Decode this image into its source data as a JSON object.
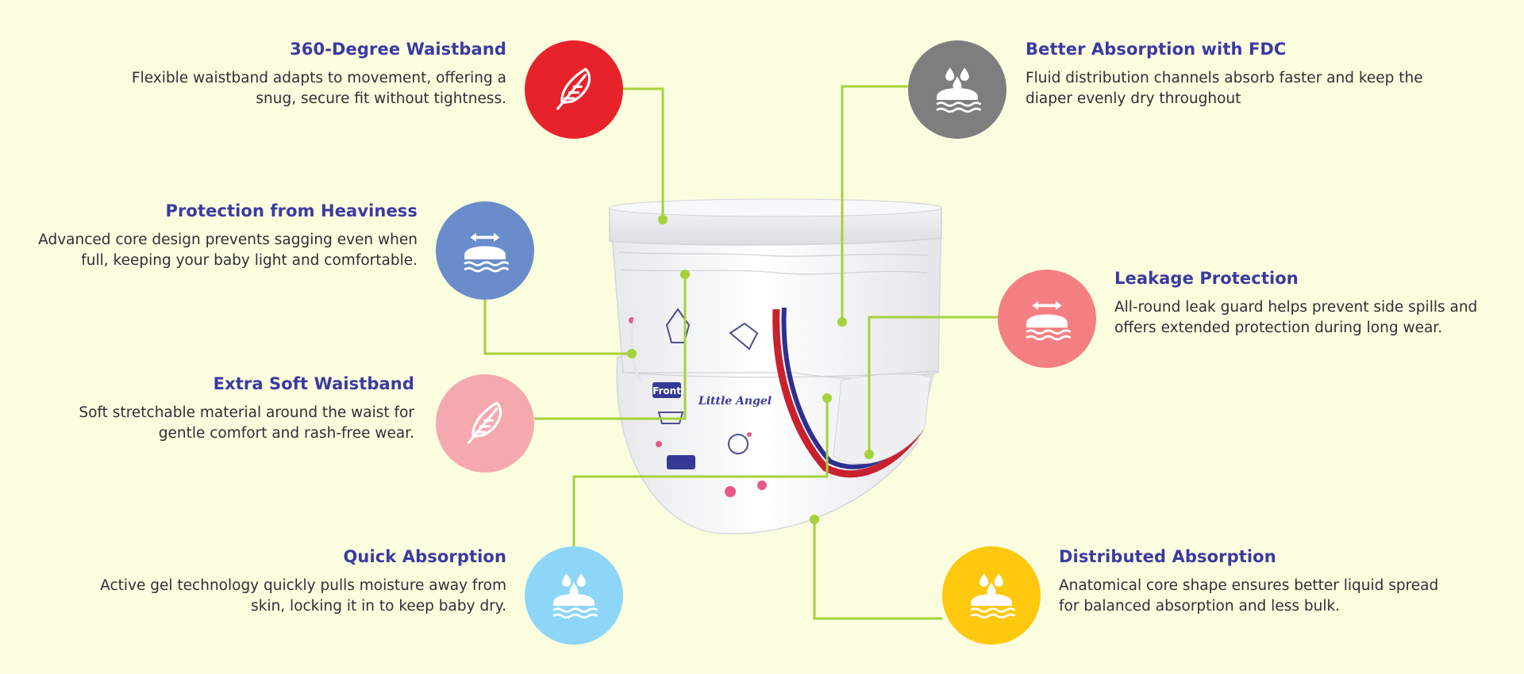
{
  "features": [
    {
      "key": "waistband360",
      "title": "360-Degree Waistband",
      "description": "Flexible waistband adapts to movement, offering a snug, secure fit without tightness.",
      "icon": "feather-icon",
      "color": "#e8222b"
    },
    {
      "key": "heaviness",
      "title": "Protection from Heaviness",
      "description": "Advanced core design prevents sagging even when full, keeping your baby light and comfortable.",
      "icon": "core-expand-icon",
      "color": "#6a8ccb"
    },
    {
      "key": "softwaist",
      "title": "Extra Soft Waistband",
      "description": "Soft stretchable material around the waist for gentle comfort and rash-free wear.",
      "icon": "feather-icon",
      "color": "#f5a9ae"
    },
    {
      "key": "quick",
      "title": "Quick Absorption",
      "description": "Active gel technology quickly pulls moisture away from skin, locking it in to keep baby dry.",
      "icon": "absorption-drops-icon",
      "color": "#8ed6f8"
    },
    {
      "key": "fdc",
      "title": "Better Absorption with FDC",
      "description": "Fluid distribution channels absorb faster and keep the diaper evenly dry throughout",
      "icon": "absorption-drops-icon",
      "color": "#7e7e7e"
    },
    {
      "key": "leakage",
      "title": "Leakage Protection",
      "description": "All-round leak guard helps prevent side spills and offers extended protection during long wear.",
      "icon": "core-expand-icon",
      "color": "#f47f82"
    },
    {
      "key": "distributed",
      "title": "Distributed Absorption",
      "description": "Anatomical core shape ensures better liquid spread for balanced absorption and less bulk.",
      "icon": "absorption-drops-icon",
      "color": "#fdc80e"
    }
  ],
  "product": {
    "brand_text": "Little Angel",
    "front_label": "Front"
  },
  "connector_color": "#a7d13a",
  "accent_title_color": "#3b3aa2"
}
